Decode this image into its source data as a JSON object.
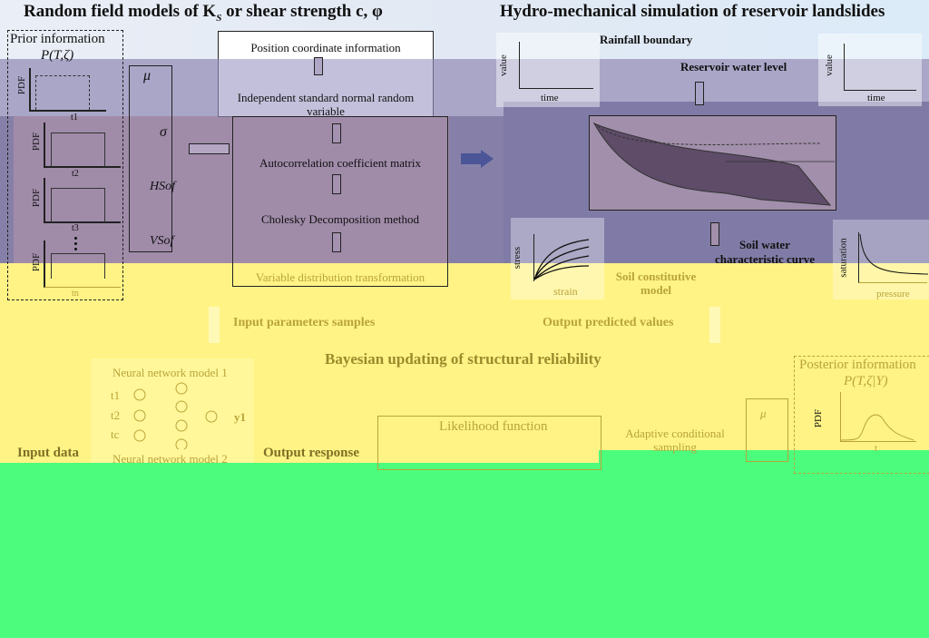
{
  "left_panel": {
    "title": "Random field  models of K",
    "title_sub": "S",
    "title_tail": " or shear strength c, φ",
    "prior_label": "Prior information",
    "prior_formula": "P(T,ζ)",
    "pdf_axis": "PDF",
    "t_labels": [
      "t1",
      "t2",
      "t3",
      "tn"
    ],
    "params": [
      "μ",
      "σ",
      "HSof",
      "VSof"
    ],
    "steps": [
      "Position coordinate information",
      "Independent standard normal random variable",
      "Autocorrelation coefficient matrix",
      "Cholesky Decomposition method",
      "Variable distribution transformation"
    ]
  },
  "right_panel": {
    "title": "Hydro-mechanical simulation of reservoir landslides",
    "rainfall_label": "Rainfall boundary",
    "reservoir_label": "Reservoir water level",
    "value_axis": "value",
    "time_axis": "time",
    "stress_axis": "stress",
    "strain_axis": "strain",
    "constitutive_label": "Soil constitutive model",
    "swcc_label": "Soil water characteristic curve",
    "saturation_axis": "saturation",
    "pressure_axis": "pressure"
  },
  "flow": {
    "input_samples": "Input parameters samples",
    "output_values": "Output predicted values"
  },
  "bayes_panel": {
    "title": "Bayesian updating of structural reliability",
    "input_data": "Input data",
    "nn1": "Neural network model 1",
    "nn2": "Neural network model 2",
    "inputs": [
      "t1",
      "t2",
      "tc"
    ],
    "output_y": "y1",
    "output_response": "Output response",
    "likelihood": "Likelihood function",
    "adaptive": "Adaptive conditional sampling",
    "mu": "μ",
    "posterior_label": "Posterior information",
    "posterior_formula": "P(T,ζ|Y)",
    "pdf_axis": "PDF",
    "t_axis": "t"
  },
  "colors": {
    "lavender": "#b4aecb",
    "purple": "#9d8bab",
    "yellow": "#fff385",
    "green": "#4cfd7d"
  }
}
